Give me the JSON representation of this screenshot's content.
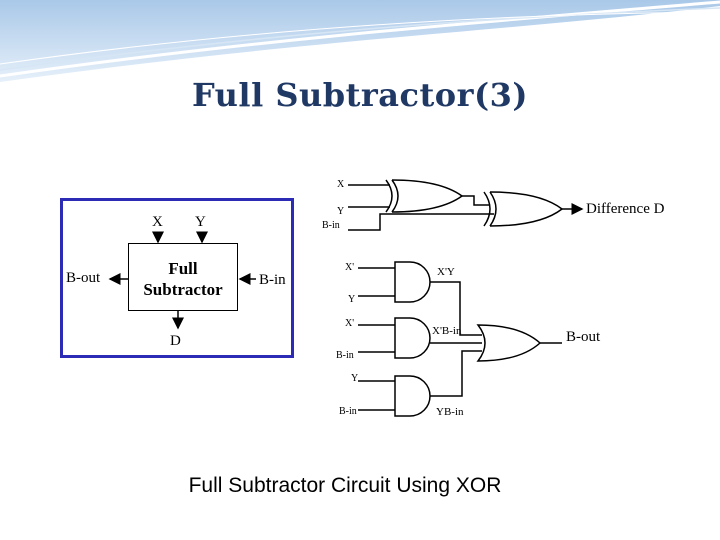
{
  "title": "Full Subtractor(3)",
  "block": {
    "x_label": "X",
    "y_label": "Y",
    "box_line1": "Full",
    "box_line2": "Subtractor",
    "bout_label": "B-out",
    "bin_label": "B-in",
    "d_label": "D"
  },
  "circuit": {
    "x_in": "X",
    "y_in": "Y",
    "bin_in": "B-in",
    "difference": "Difference  D",
    "and1_in_a": "X'",
    "and1_in_b": "Y",
    "and1_out": "X'Y",
    "and2_in_a": "X'",
    "and2_in_b": "B-in",
    "and2_out": "X'B-in",
    "and3_in_a": "Y",
    "and3_in_b": "B-in",
    "and3_out": "YB-in",
    "bout": "B-out"
  },
  "caption": "Full Subtractor Circuit Using XOR",
  "colors": {
    "title": "#1f3864",
    "frame": "#2b2bb5",
    "banner": "#b9d3ec"
  }
}
